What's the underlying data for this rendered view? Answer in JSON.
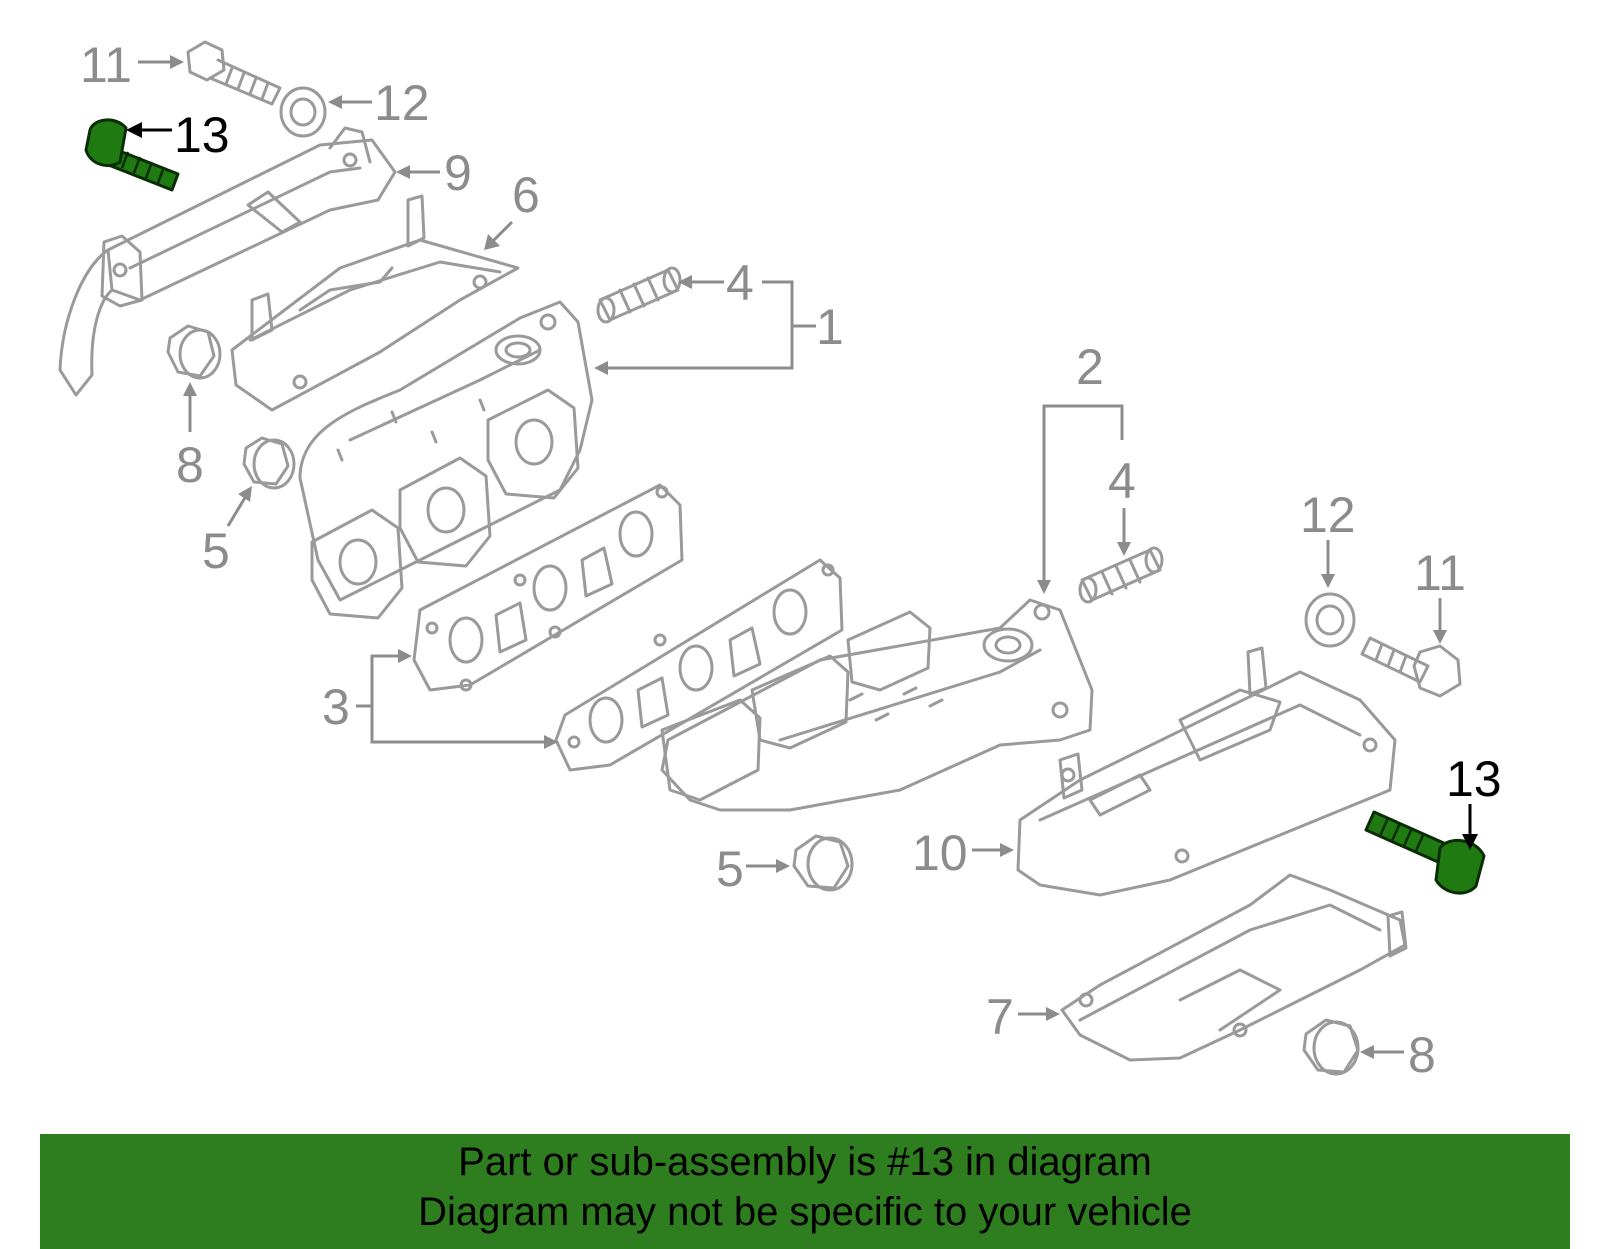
{
  "diagram": {
    "labels": {
      "l1": "1",
      "l2": "2",
      "l3": "3",
      "l4a": "4",
      "l4b": "4",
      "l5a": "5",
      "l5b": "5",
      "l6": "6",
      "l7": "7",
      "l8a": "8",
      "l8b": "8",
      "l9": "9",
      "l10": "10",
      "l11a": "11",
      "l11b": "11",
      "l12a": "12",
      "l12b": "12",
      "l13a": "13",
      "l13b": "13"
    },
    "highlight_part": "13",
    "colors": {
      "line": "#9a9a9a",
      "highlight_fill": "#1f7a12",
      "banner": "#2e7d1e"
    }
  },
  "banner": {
    "line1": "Part or sub-assembly is #13 in diagram",
    "line2": "Diagram may not be specific to your vehicle"
  }
}
